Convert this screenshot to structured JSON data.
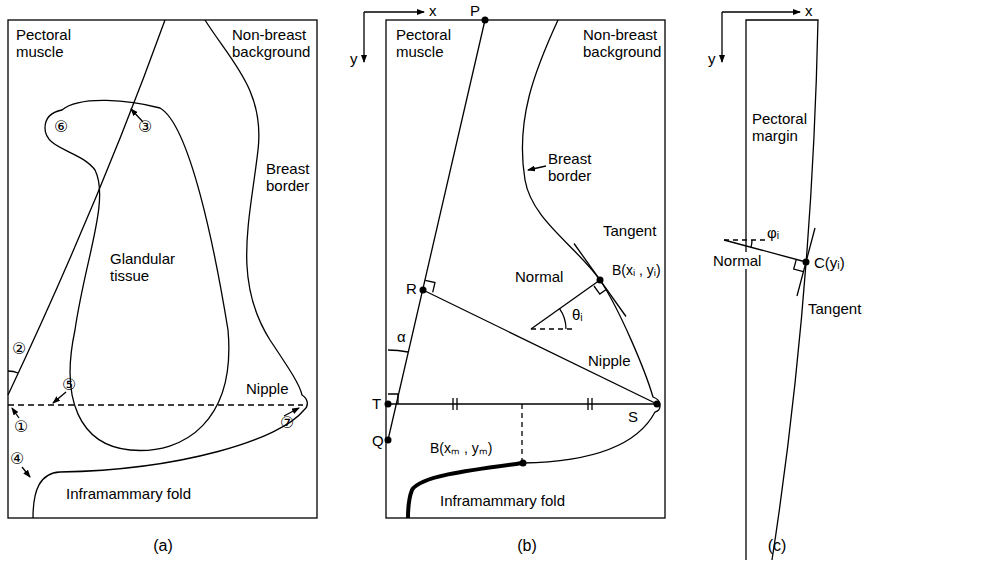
{
  "diagram": {
    "labels": [
      "Pectoral muscle",
      "Non-breast background",
      "③",
      "Breast border",
      "⑥",
      "Glandular tissue",
      "②",
      "⑤",
      "Nipple",
      "①",
      "⑦",
      "④",
      "Inframammary fold",
      "(a)",
      "x",
      "P",
      "y",
      "Pectoral muscle",
      "Non-breast background",
      "Breast border",
      "Tangent",
      "Normal",
      "B(xᵢ , yᵢ)",
      "θᵢ",
      "R",
      "α",
      "T",
      "S",
      "Nipple",
      "Q",
      "B(xₘ , yₘ)",
      "Inframammary fold",
      "(b)",
      "x",
      "y",
      "Pectoral margin",
      "Normal",
      "φᵢ",
      "C(yᵢ)",
      "Tangent",
      "(c)"
    ]
  }
}
